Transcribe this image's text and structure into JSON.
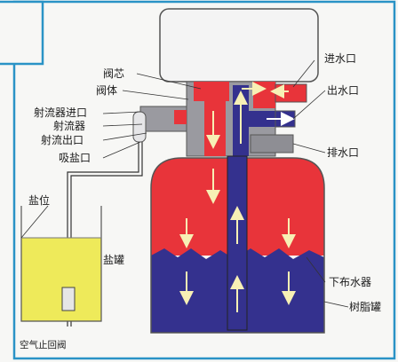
{
  "colors": {
    "frame": "#2a93c6",
    "red": "#e8343a",
    "blue": "#34318e",
    "brine": "#eeea5a",
    "arrow_light": "#f7f0b5",
    "arrow_white": "#ffffff",
    "valve_grey": "#9a9aa0",
    "motor_white": "#f4f4f4"
  },
  "labels": {
    "valve_core": "阀芯",
    "valve_body": "阀体",
    "jet_inlet": "射流器进口",
    "jet": "射流器",
    "jet_outlet": "射流出口",
    "salt_suction": "吸盐口",
    "salt_level": "盐位",
    "brine_tank": "盐罐",
    "air_check_valve": "空气止回阀",
    "water_inlet": "进水口",
    "water_outlet": "出水口",
    "drain_outlet": "排水口",
    "lower_distributor": "下布水器",
    "resin_tank": "树脂罐"
  }
}
